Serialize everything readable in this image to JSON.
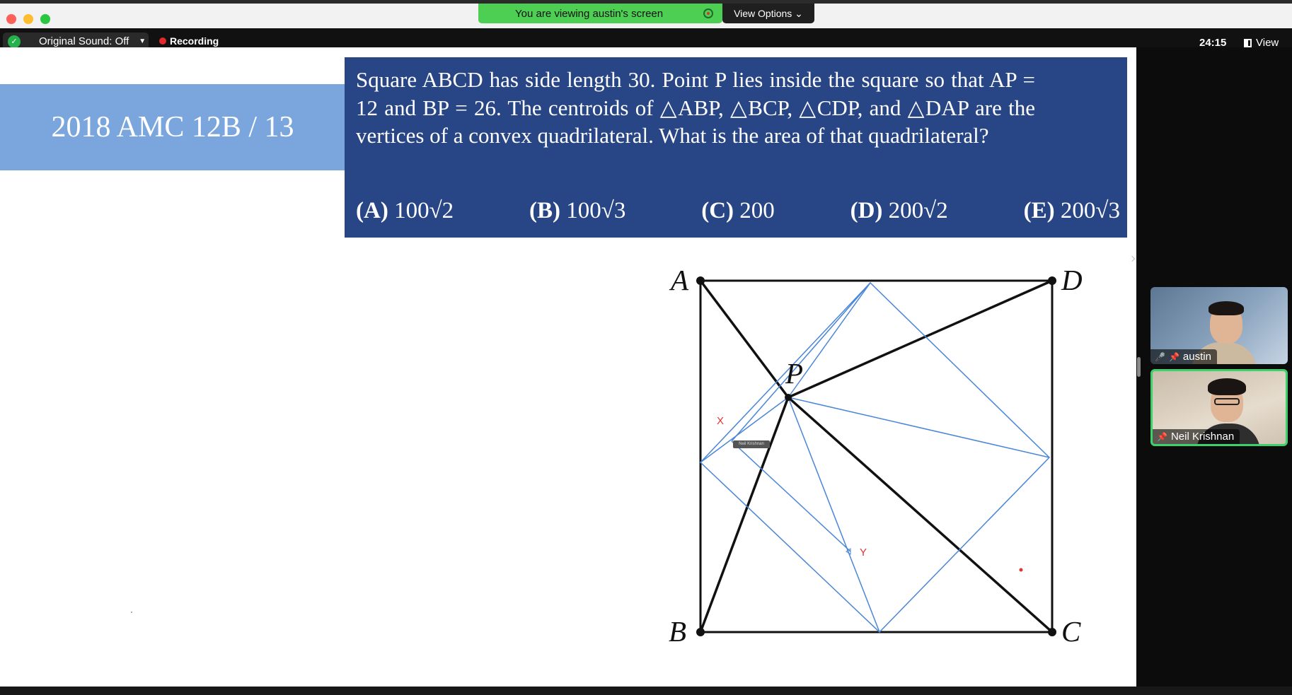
{
  "window": {
    "share_banner": "You are viewing austin's screen",
    "view_options": "View Options ⌄"
  },
  "toolbar": {
    "original_sound": "Original Sound: Off",
    "recording": "Recording",
    "timer": "24:15",
    "view": "View"
  },
  "slide": {
    "title": "2018 AMC 12B / 13",
    "problem": "Square ABCD has side length 30. Point P lies inside the square so that AP = 12 and BP = 26. The centroids of △ABP, △BCP, △CDP, and △DAP are the vertices of a convex quadrilateral. What is the area of that quadrilateral?",
    "choices": [
      {
        "letter": "(A)",
        "value": "100√2"
      },
      {
        "letter": "(B)",
        "value": "100√3"
      },
      {
        "letter": "(C)",
        "value": "200"
      },
      {
        "letter": "(D)",
        "value": "200√2"
      },
      {
        "letter": "(E)",
        "value": "200√3"
      }
    ]
  },
  "figure": {
    "labels": {
      "A": "A",
      "B": "B",
      "C": "C",
      "D": "D",
      "P": "P"
    },
    "annotations": {
      "x": "X",
      "y": "Y"
    },
    "cursor_tag": "Neil Krishnan",
    "square_color": "#111111",
    "construction_color": "#4a86d8",
    "annotation_color": "#e23434"
  },
  "participants": [
    {
      "name": "austin",
      "muted": true
    },
    {
      "name": "Neil Krishnan",
      "muted": false
    }
  ],
  "colors": {
    "banner_green": "#4ccf52",
    "title_band": "#7aa6dd",
    "problem_box": "#284686",
    "active_speaker": "#3ed06a"
  }
}
